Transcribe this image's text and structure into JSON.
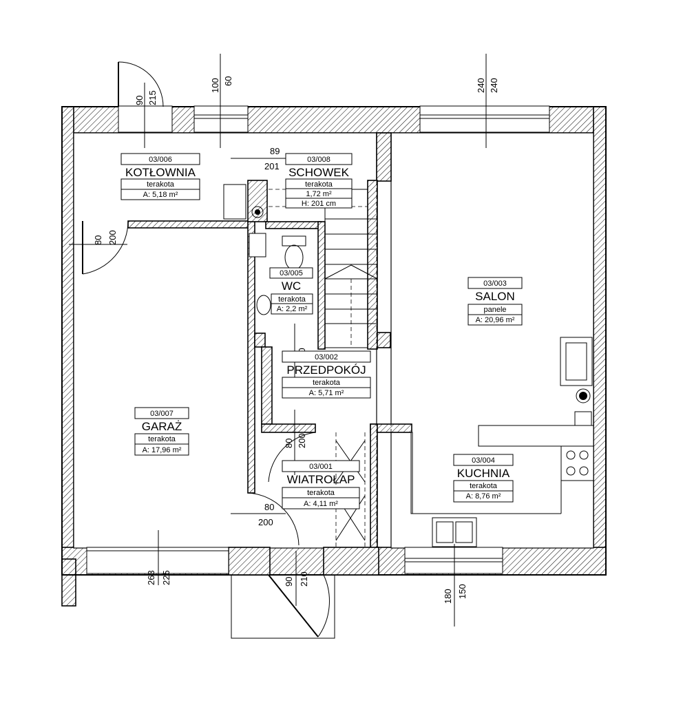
{
  "rooms": [
    {
      "id": "03/006",
      "name": "KOTŁOWNIA",
      "floor": "terakota",
      "area": "A: 5,18 m²"
    },
    {
      "id": "03/008",
      "name": "SCHOWEK",
      "floor": "terakota",
      "area": "1,72 m²",
      "height": "H: 201 cm"
    },
    {
      "id": "03/005",
      "name": "WC",
      "floor": "terakota",
      "area": "A: 2,2 m²"
    },
    {
      "id": "03/002",
      "name": "PRZEDPOKÓJ",
      "floor": "terakota",
      "area": "A: 5,71 m²"
    },
    {
      "id": "03/007",
      "name": "GARAŻ",
      "floor": "terakota",
      "area": "A: 17,96 m²"
    },
    {
      "id": "03/001",
      "name": "WIATROŁAP",
      "floor": "terakota",
      "area": "A: 4,11 m²"
    },
    {
      "id": "03/003",
      "name": "SALON",
      "floor": "panele",
      "area": "A: 20,96 m²"
    },
    {
      "id": "03/004",
      "name": "KUCHNIA",
      "floor": "terakota",
      "area": "A: 8,76 m²"
    }
  ],
  "dimensions": {
    "d_90_top": "90",
    "d_215_top": "215",
    "d_100_top": "100",
    "d_60_top": "60",
    "d_240a_top": "240",
    "d_240b_top": "240",
    "d_89": "89",
    "d_201": "201",
    "d_80_left": "80",
    "d_200_left": "200",
    "d_80_hall": "80",
    "d_200_hall": "200",
    "d_80_vest": "80",
    "d_200_vest": "200",
    "d_80_garage": "80",
    "d_200_garage": "200",
    "d_263": "263",
    "d_225": "225",
    "d_90_bottom": "90",
    "d_210_bottom": "210",
    "d_180": "180",
    "d_150": "150"
  },
  "colors": {
    "wall_hatch": "#000000",
    "background": "#ffffff"
  }
}
